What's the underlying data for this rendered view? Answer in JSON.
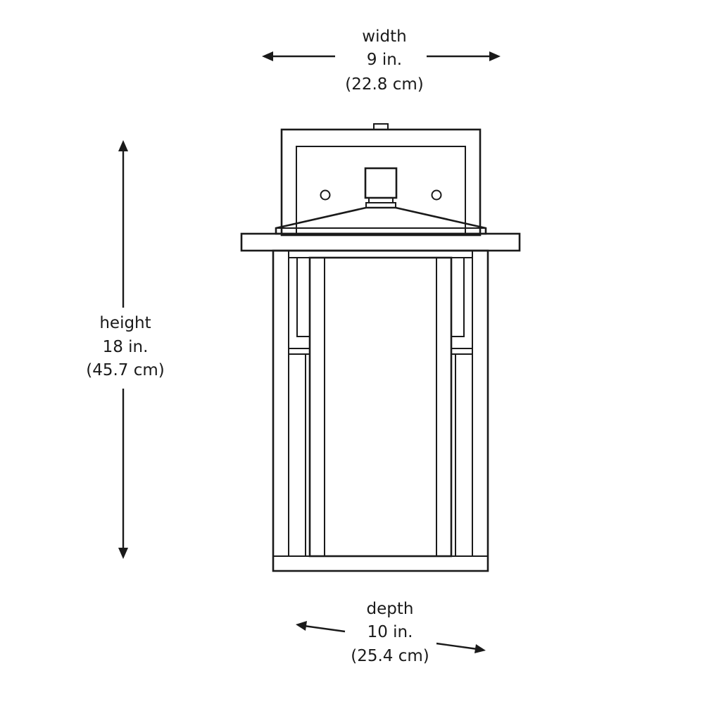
{
  "dimensions": {
    "width": {
      "label": "width",
      "imperial": "9 in.",
      "metric": "(22.8 cm)"
    },
    "height": {
      "label": "height",
      "imperial": "18 in.",
      "metric": "(45.7 cm)"
    },
    "depth": {
      "label": "depth",
      "imperial": "10 in.",
      "metric": "(25.4 cm)"
    }
  },
  "colors": {
    "line": "#1a1a1a",
    "background": "#ffffff"
  }
}
